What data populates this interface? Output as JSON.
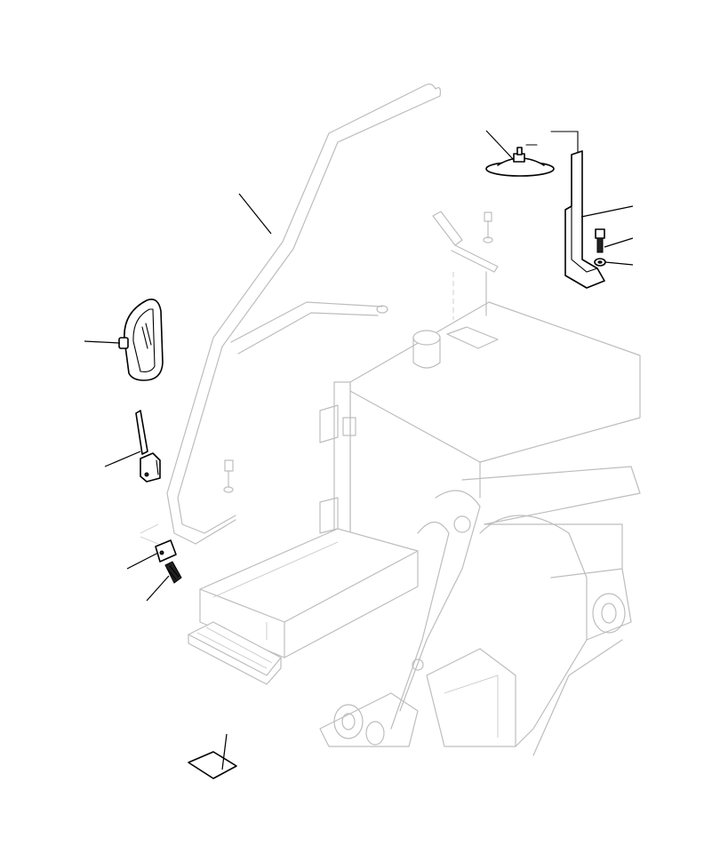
{
  "figure": {
    "parts": [
      {
        "id": "handrail",
        "icon": "handrail-icon"
      },
      {
        "id": "rear-view-mirror",
        "icon": "mirror-icon"
      },
      {
        "id": "mirror-stay",
        "icon": "stay-icon"
      },
      {
        "id": "clamp",
        "icon": "clamp-icon"
      },
      {
        "id": "bolt",
        "icon": "bolt-icon"
      },
      {
        "id": "side-lamp",
        "icon": "lamp-icon"
      },
      {
        "id": "lamp-bracket",
        "icon": "bracket-icon"
      },
      {
        "id": "bracket-bolt",
        "icon": "bolt-icon"
      },
      {
        "id": "washer",
        "icon": "washer-icon"
      },
      {
        "id": "caution-plate",
        "icon": "plate-icon"
      }
    ],
    "colors": {
      "part_stroke": "#000000",
      "background_stroke": "#bdbdbd",
      "paper": "#ffffff"
    }
  }
}
